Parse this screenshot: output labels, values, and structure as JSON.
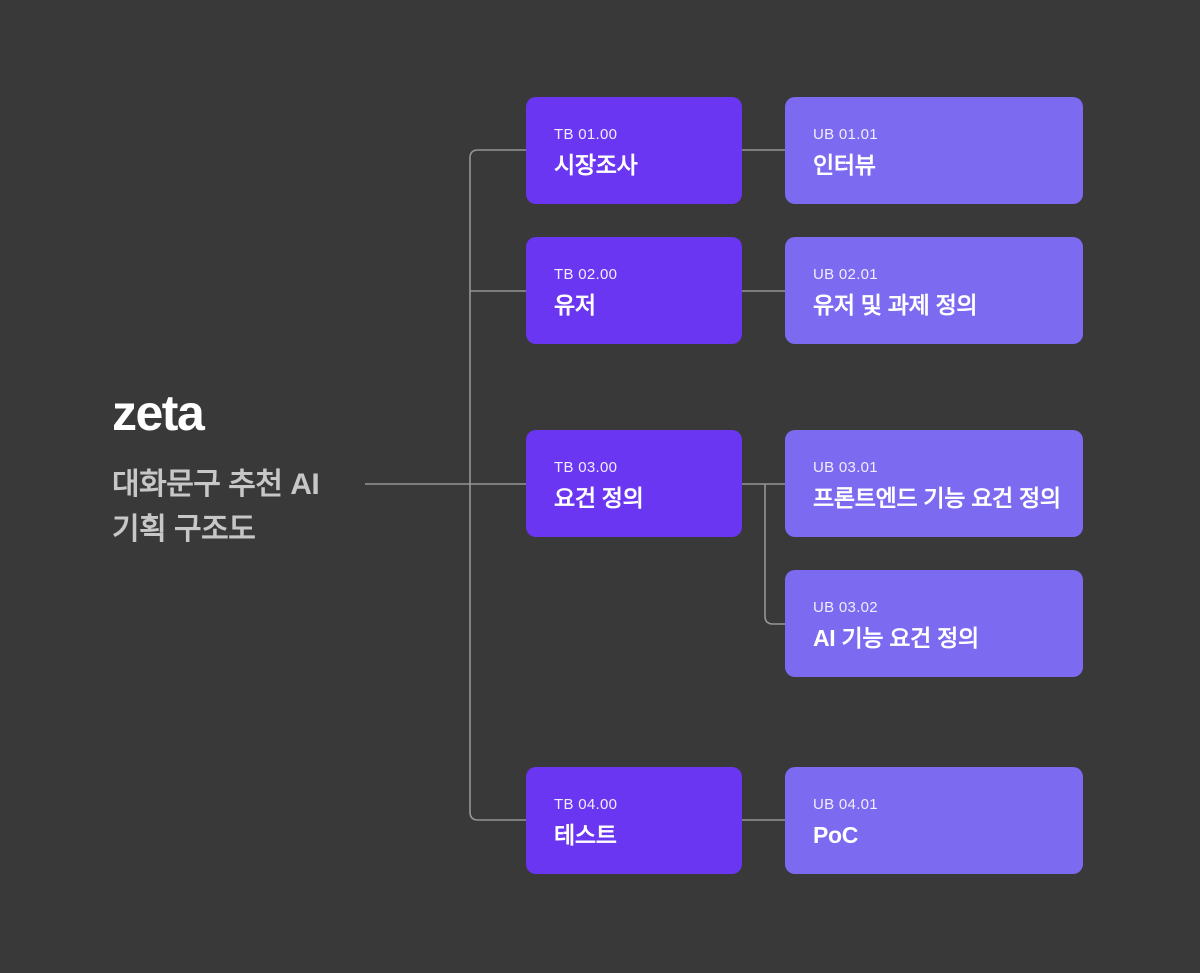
{
  "brand": {
    "logo": "zeta",
    "subtitle_line1": "대화문구 추천 AI",
    "subtitle_line2": "기획 구조도"
  },
  "colors": {
    "background": "#393939",
    "parent_box": "#6A36F2",
    "child_box": "#7C6AF0",
    "connector": "#969696",
    "logo_text": "#FFFFFF",
    "subtitle_text": "#C7C7C7",
    "box_code_text": "#F1EDFF",
    "box_title_text": "#FFFFFF"
  },
  "tree": {
    "parents": [
      {
        "code": "TB 01.00",
        "title": "시장조사",
        "children": [
          {
            "code": "UB 01.01",
            "title": "인터뷰"
          }
        ]
      },
      {
        "code": "TB 02.00",
        "title": "유저",
        "children": [
          {
            "code": "UB 02.01",
            "title": "유저 및 과제 정의"
          }
        ]
      },
      {
        "code": "TB 03.00",
        "title": "요건 정의",
        "children": [
          {
            "code": "UB 03.01",
            "title": "프론트엔드 기능 요건 정의"
          },
          {
            "code": "UB 03.02",
            "title": "AI 기능 요건 정의"
          }
        ]
      },
      {
        "code": "TB 04.00",
        "title": "테스트",
        "children": [
          {
            "code": "UB 04.01",
            "title": "PoC"
          }
        ]
      }
    ]
  }
}
